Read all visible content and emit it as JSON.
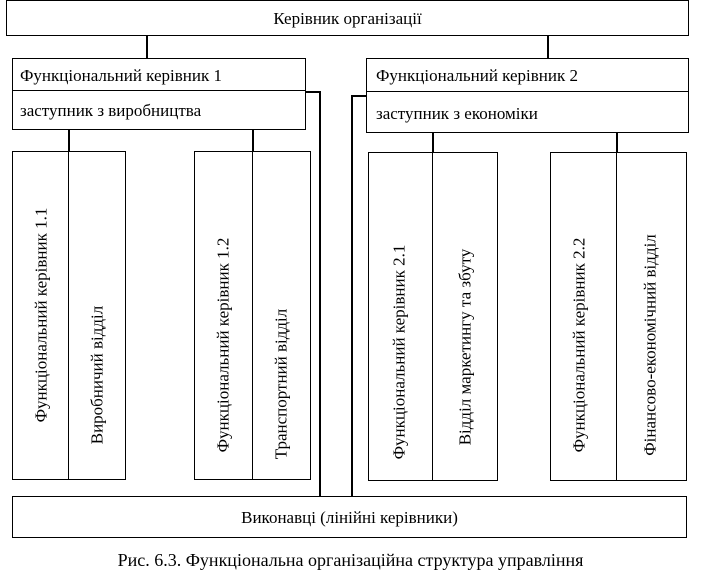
{
  "diagram": {
    "head": "Керівник організації",
    "left": {
      "manager": "Функціональний керівник 1",
      "deputy": "заступник з виробництва",
      "subunits": [
        {
          "manager": "Функціональний керівник 1.1",
          "department": "Виробничий відділ"
        },
        {
          "manager": "Функціональний керівник 1.2",
          "department": "Транспортний відділ"
        }
      ]
    },
    "right": {
      "manager": "Функціональний керівник 2",
      "deputy": "заступник з економіки",
      "subunits": [
        {
          "manager": "Функціональний керівник 2.1",
          "department": "Відділ маркетингу та збуту"
        },
        {
          "manager": "Функціональний керівник 2.2",
          "department": "Фінансово-економічний відділ"
        }
      ]
    },
    "executors": "Виконавці (лінійні керівники)"
  },
  "caption": "Рис. 6.3. Функціональна організаційна структура управління"
}
